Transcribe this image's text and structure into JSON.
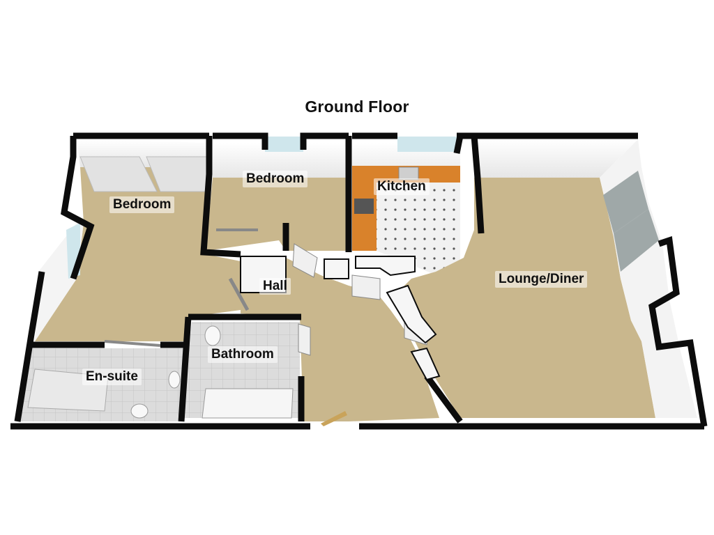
{
  "title": "Ground Floor",
  "rooms": {
    "bedroom_1": "Bedroom",
    "bedroom_2": "Bedroom",
    "kitchen": "Kitchen",
    "hall": "Hall",
    "lounge_diner": "Lounge/Diner",
    "bathroom": "Bathroom",
    "en_suite": "En-suite"
  },
  "colors": {
    "wall": "#0c0c0c",
    "carpet": "#c9b78d",
    "tile": "#d8d9d9",
    "counter": "#d9822b",
    "wall_face": "#f2f2f2",
    "window": "#cfe6ec"
  }
}
